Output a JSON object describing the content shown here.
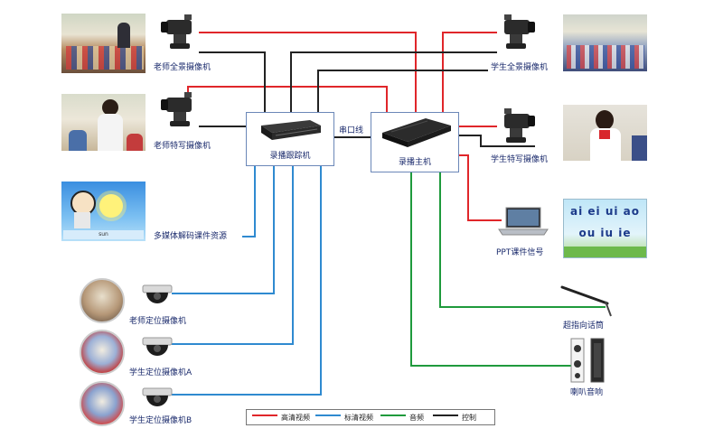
{
  "diagram": {
    "nodes": {
      "recorder": {
        "label": "录播主机"
      },
      "tracker": {
        "label": "录播跟踪机"
      },
      "teacher_pano": {
        "label": "老师全景摄像机"
      },
      "teacher_close": {
        "label": "老师特写摄像机"
      },
      "student_pano": {
        "label": "学生全景摄像机"
      },
      "student_close": {
        "label": "学生特写摄像机"
      },
      "multimedia": {
        "label": "多媒体解码课件资源"
      },
      "teacher_locate": {
        "label": "老师定位摄像机"
      },
      "student_locate_a": {
        "label": "学生定位摄像机A"
      },
      "student_locate_b": {
        "label": "学生定位摄像机B"
      },
      "ppt": {
        "label": "PPT课件信号"
      },
      "mic": {
        "label": "超指向话筒"
      },
      "speaker": {
        "label": "喇叭音响"
      }
    },
    "serial_label": "串口线",
    "ppt_screen_text": {
      "row1": "ai ei ui ao",
      "row2": "ou iu ie"
    },
    "cartoon_caption": "sun"
  },
  "legend": [
    {
      "label": "高清视频",
      "color": "#e0262a"
    },
    {
      "label": "标清视频",
      "color": "#2f8ad0"
    },
    {
      "label": "音频",
      "color": "#1f9a3c"
    },
    {
      "label": "控制",
      "color": "#222222"
    }
  ]
}
